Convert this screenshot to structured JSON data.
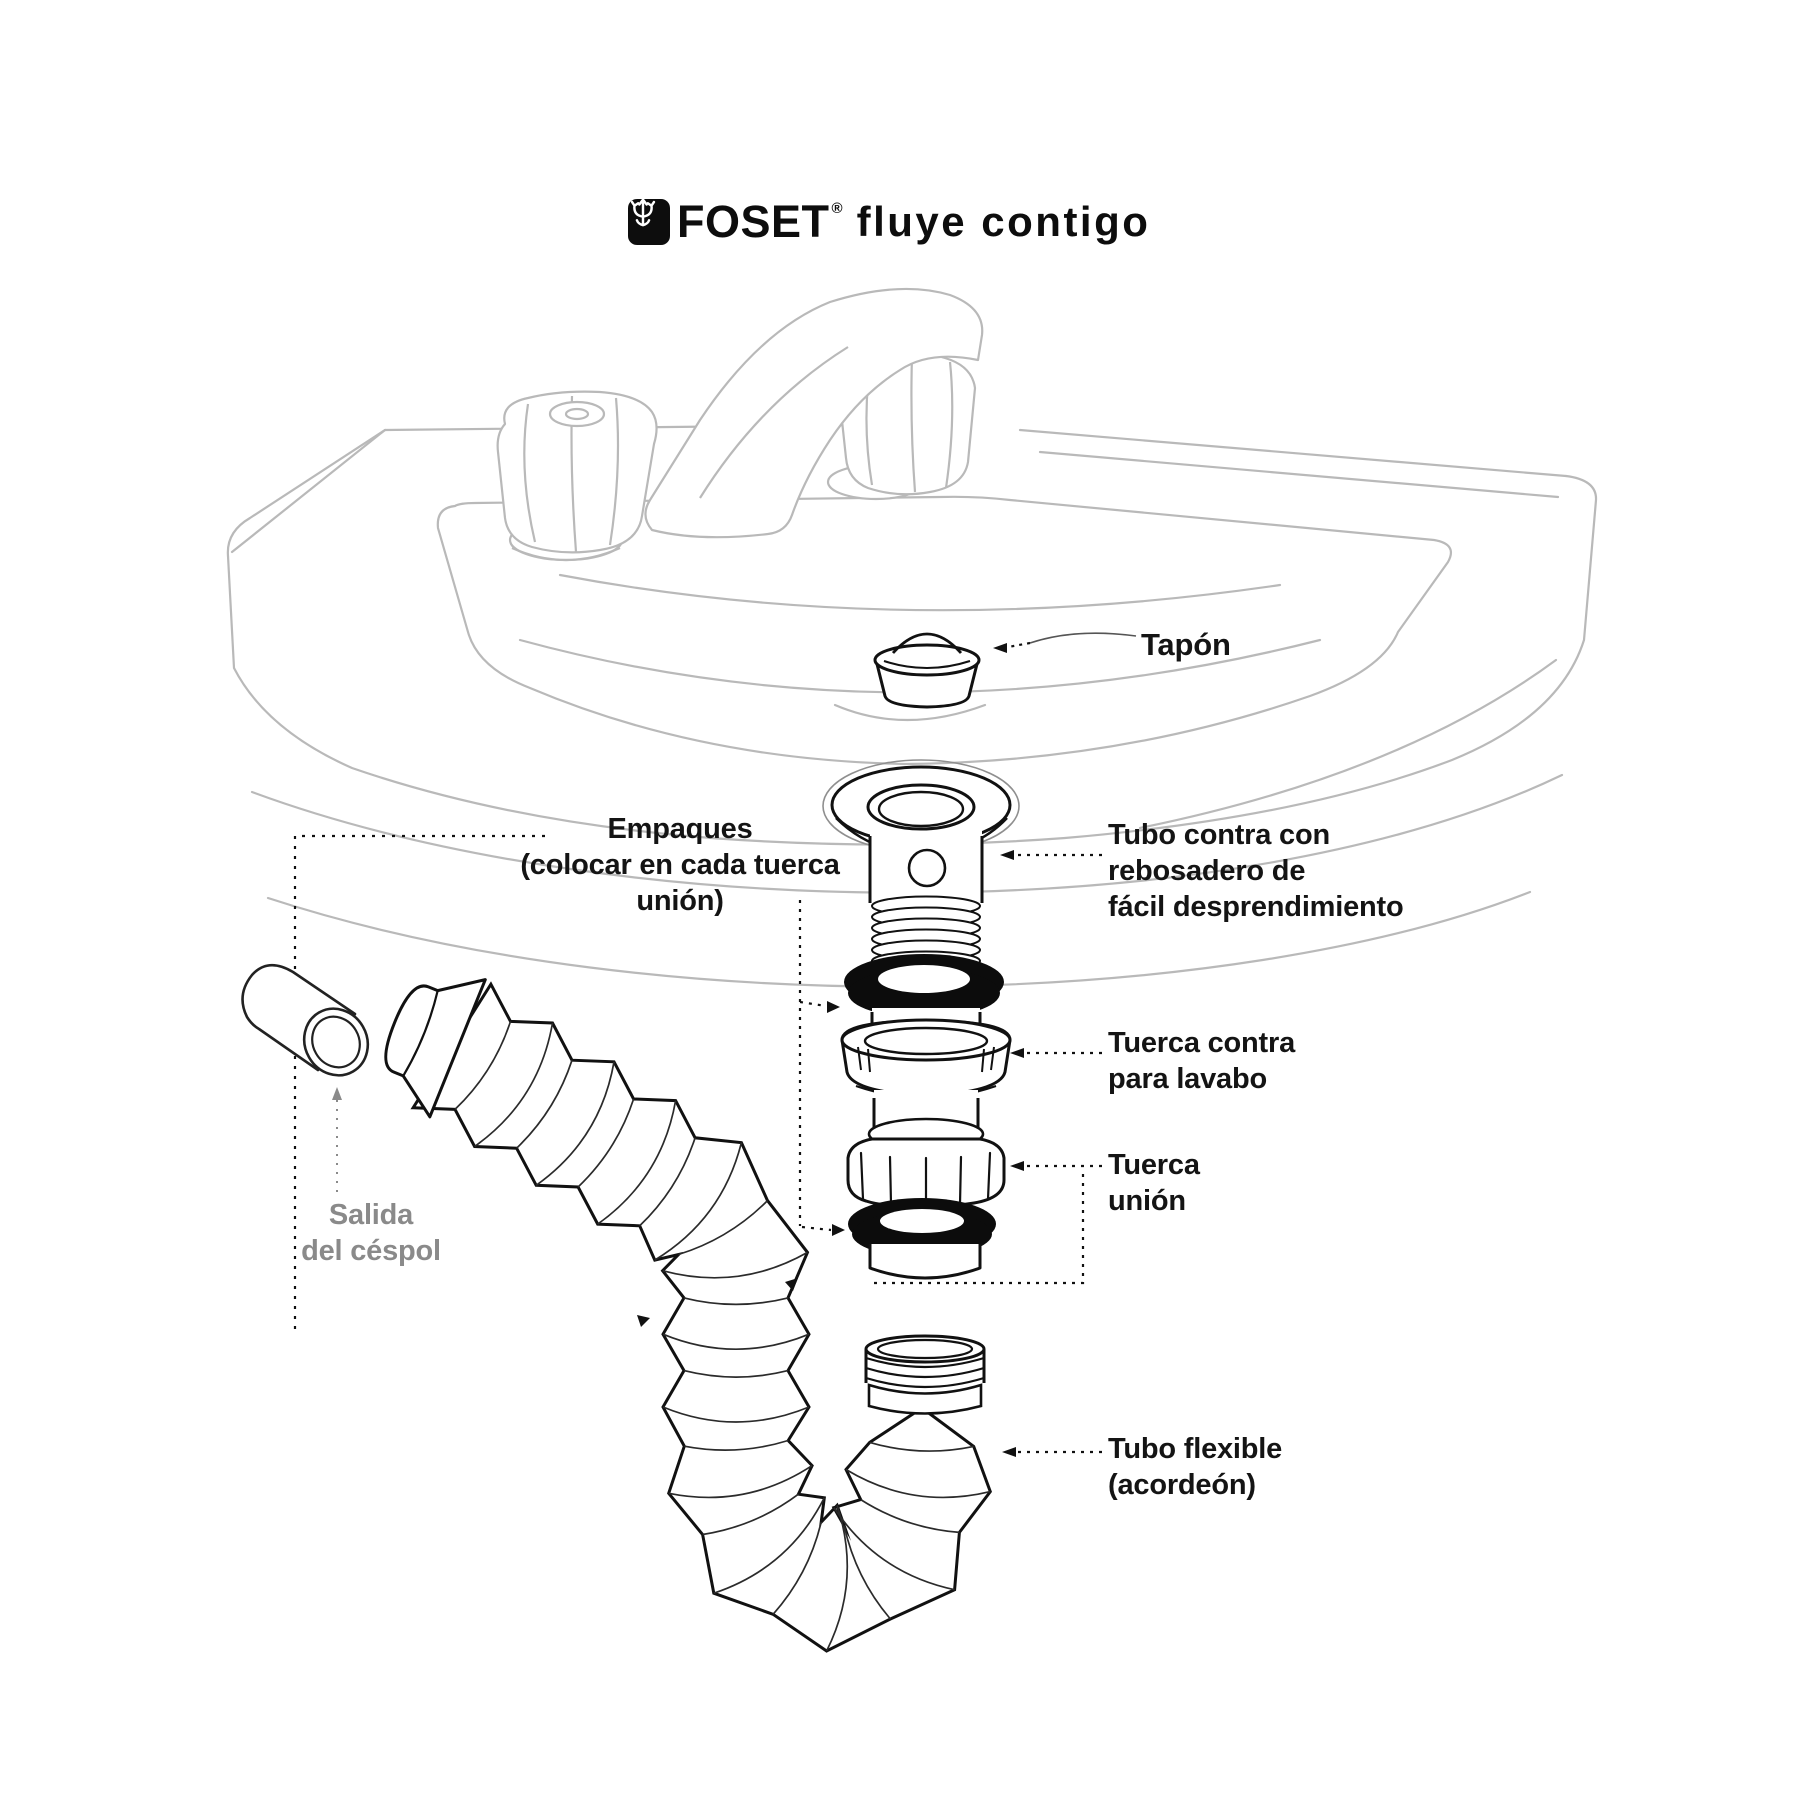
{
  "header": {
    "brand": "FOSET",
    "registered": "®",
    "tagline": "fluye contigo",
    "logo_icon": "trident-icon"
  },
  "labels": {
    "tapon": {
      "text": "Tapón"
    },
    "empaques": {
      "text": "Empaques\n(colocar en cada tuerca\nunión)"
    },
    "tubo_contra": {
      "text": "Tubo contra con\nrebosadero de\nfácil desprendimiento"
    },
    "tuerca_contra": {
      "text": "Tuerca contra\npara lavabo"
    },
    "tuerca_union": {
      "text": "Tuerca\nunión"
    },
    "salida_cespol": {
      "text": "Salida\ndel céspol"
    },
    "tubo_flexible": {
      "text": "Tubo flexible\n(acordeón)"
    }
  },
  "colors": {
    "ink": "#111111",
    "label": "#141414",
    "muted_label": "#8a8a8a",
    "sink_line_art": "#b9b9b9",
    "gasket_fill": "#0c0c0c",
    "background": "#ffffff"
  }
}
